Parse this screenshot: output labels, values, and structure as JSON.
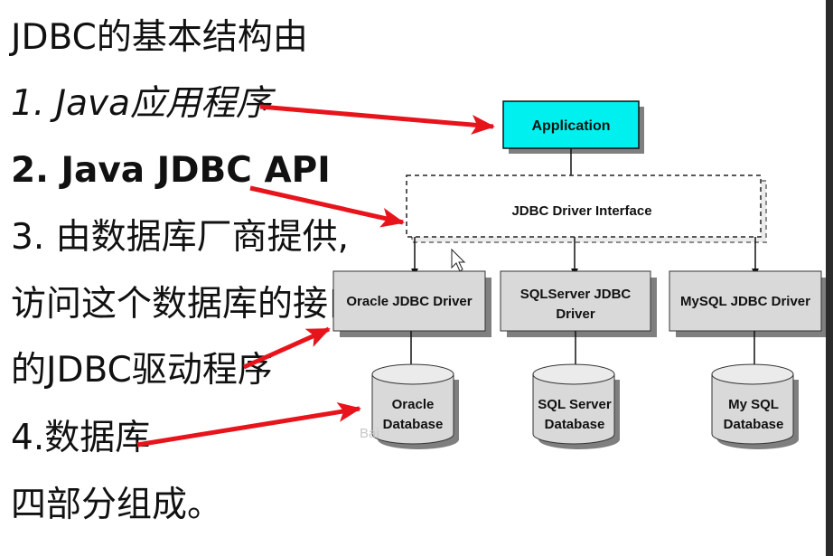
{
  "text_lines": [
    "JDBC的基本结构由",
    "1.  Java应用程序",
    "2.  Java JDBC API",
    "3.  由数据库厂商提供,",
    "访问这个数据库的接口",
    "的JDBC驱动程序",
    "4.数据库",
    "四部分组成。"
  ],
  "diagram": {
    "application": "Application",
    "driver_interface": "JDBC Driver Interface",
    "drivers": [
      {
        "line1": "Oracle JDBC Driver",
        "line2": ""
      },
      {
        "line1": "SQLServer JDBC",
        "line2": "Driver"
      },
      {
        "line1": "MySQL JDBC Driver",
        "line2": ""
      }
    ],
    "databases": [
      {
        "line1": "Oracle",
        "line2": "Database"
      },
      {
        "line1": "SQL Server",
        "line2": "Database"
      },
      {
        "line1": "My SQL",
        "line2": "Database"
      }
    ]
  },
  "colors": {
    "application_fill": "#00f0f0",
    "driver_fill": "#d9d9d9",
    "shadow": "#7f7f7f",
    "arrow_red": "#e8141c"
  },
  "watermark": "Bai"
}
